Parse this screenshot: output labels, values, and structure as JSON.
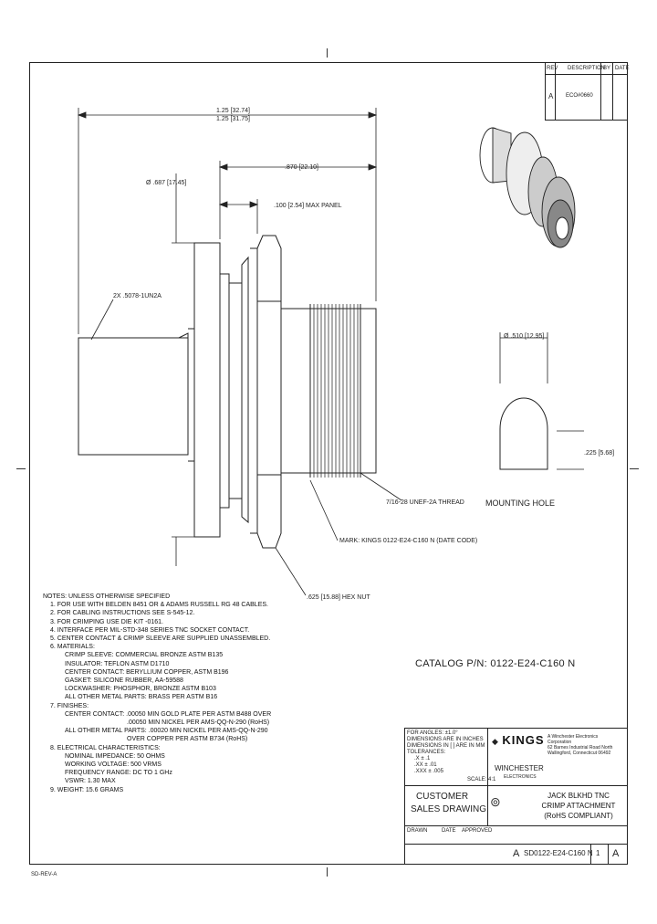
{
  "revision_block": {
    "headers": [
      "REV",
      "DESCRIPTION",
      "BY",
      "DATE"
    ],
    "row": {
      "rev": "A",
      "description": "ECO#0660",
      "by": "",
      "date": ""
    }
  },
  "dimensions": {
    "overall_len_1": "1.25 [32.74]",
    "overall_len_2": "1.25 [31.75]",
    "body_len": ".870 [22.10]",
    "flange_dia": "Ø .687 [17.45]",
    "panel": ".100 [2.54] MAX PANEL",
    "crimp_thread": "2X .5078-1UN2A",
    "thread": "7/16-28 UNEF-2A THREAD",
    "marking": "MARK: KINGS 0122-E24-C160 N (DATE CODE)",
    "hex": ".625 [15.88] HEX NUT",
    "hole_dia": "Ø .510 [12.95]",
    "hole_flat": ".225 [5.68]",
    "mounting_hole": "MOUNTING HOLE"
  },
  "catalog": "CATALOG P/N: 0122-E24-C160 N",
  "notes": [
    "NOTES: UNLESS OTHERWISE SPECIFIED",
    "1. FOR USE WITH BELDEN 8451 OR & ADAMS RUSSELL RG 48 CABLES.",
    "2. FOR CABLING INSTRUCTIONS SEE S-545-12.",
    "3. FOR CRIMPING USE DIE KIT -0161.",
    "4. INTERFACE PER MIL-STD-348 SERIES TNC SOCKET CONTACT.",
    "5. CENTER CONTACT & CRIMP SLEEVE ARE SUPPLIED UNASSEMBLED.",
    "6. MATERIALS:",
    "CRIMP SLEEVE: COMMERCIAL BRONZE ASTM B135",
    "INSULATOR: TEFLON ASTM D1710",
    "CENTER CONTACT: BERYLLIUM COPPER, ASTM B196",
    "GASKET: SILICONE RUBBER, AA-59588",
    "LOCKWASHER: PHOSPHOR, BRONZE ASTM B103",
    "ALL OTHER METAL PARTS: BRASS PER ASTM B16",
    "7. FINISHES:",
    "CENTER CONTACT: .00050 MIN GOLD PLATE PER ASTM B488 OVER",
    ".00050 MIN NICKEL PER AMS-QQ-N-290 (RoHS)",
    "ALL OTHER METAL PARTS: .00020 MIN NICKEL PER AMS-QQ-N-290",
    "OVER COPPER PER ASTM B734 (RoHS)",
    "8. ELECTRICAL CHARACTERISTICS:",
    "NOMINAL IMPEDANCE: 50 OHMS",
    "WORKING VOLTAGE: 500 VRMS",
    "FREQUENCY RANGE: DC TO 1 GHz",
    "VSWR: 1.30 MAX",
    "9. WEIGHT: 15.6 GRAMS"
  ],
  "title_block": {
    "tolerances": [
      "FOR ANGLES: ±1.0°",
      "DIMENSIONS ARE IN INCHES",
      "DIMENSIONS IN [ ] ARE IN MM",
      "TOLERANCES:",
      ".X ± .1",
      ".XX ± .01",
      ".XXX ± .005"
    ],
    "scale": "SCALE: 4:1",
    "brand": "KINGS",
    "company_lines": [
      "A Winchester Electronics",
      "Corporation",
      "62 Barnes Industrial Road North",
      "Wallingford, Connecticut 06492"
    ],
    "winchester": "WINCHESTER",
    "winchester_sub": "ELECTRONICS",
    "customer": "CUSTOMER",
    "sales_drawing": "SALES DRAWING",
    "title_lines": [
      "JACK BLKHD TNC",
      "CRIMP ATTACHMENT",
      "(RoHS COMPLIANT)"
    ],
    "drawn_label": "DRAWN",
    "date_label": "DATE",
    "approved_label": "APPROVED",
    "size": "A",
    "dwg_no": "SD0122-E24-C160 N",
    "rev": "A",
    "sheet": "1"
  },
  "corner_note": "SD-REV-A"
}
